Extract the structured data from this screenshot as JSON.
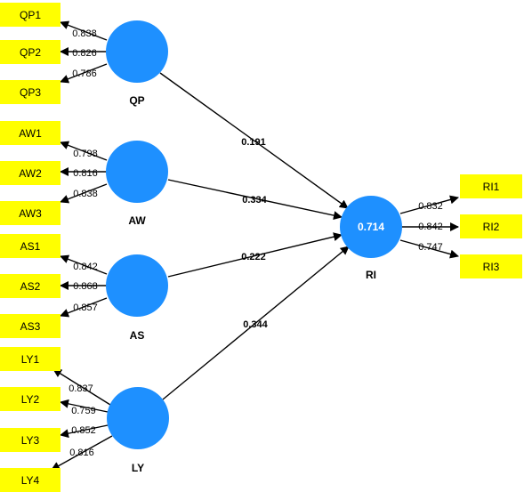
{
  "colors": {
    "indicator_fill": "#ffff00",
    "latent_fill": "#1e90ff",
    "r2_text": "#ffffff"
  },
  "constructs": {
    "qp": {
      "name": "QP",
      "indicators": [
        "QP1",
        "QP2",
        "QP3"
      ],
      "loadings": [
        "0.838",
        "0.826",
        "0.786"
      ]
    },
    "aw": {
      "name": "AW",
      "indicators": [
        "AW1",
        "AW2",
        "AW3"
      ],
      "loadings": [
        "0.798",
        "0.816",
        "0.838"
      ]
    },
    "as": {
      "name": "AS",
      "indicators": [
        "AS1",
        "AS2",
        "AS3"
      ],
      "loadings": [
        "0.842",
        "0.868",
        "0.857"
      ]
    },
    "ly": {
      "name": "LY",
      "indicators": [
        "LY1",
        "LY2",
        "LY3",
        "LY4"
      ],
      "loadings": [
        "0.837",
        "0.759",
        "0.852",
        "0.816"
      ]
    },
    "ri": {
      "name": "RI",
      "r_squared": "0.714",
      "indicators": [
        "RI1",
        "RI2",
        "RI3"
      ],
      "loadings": [
        "0.832",
        "0.842",
        "0.747"
      ]
    }
  },
  "paths": {
    "qp_ri": "0.191",
    "aw_ri": "0.334",
    "as_ri": "0.222",
    "ly_ri": "0.344"
  }
}
